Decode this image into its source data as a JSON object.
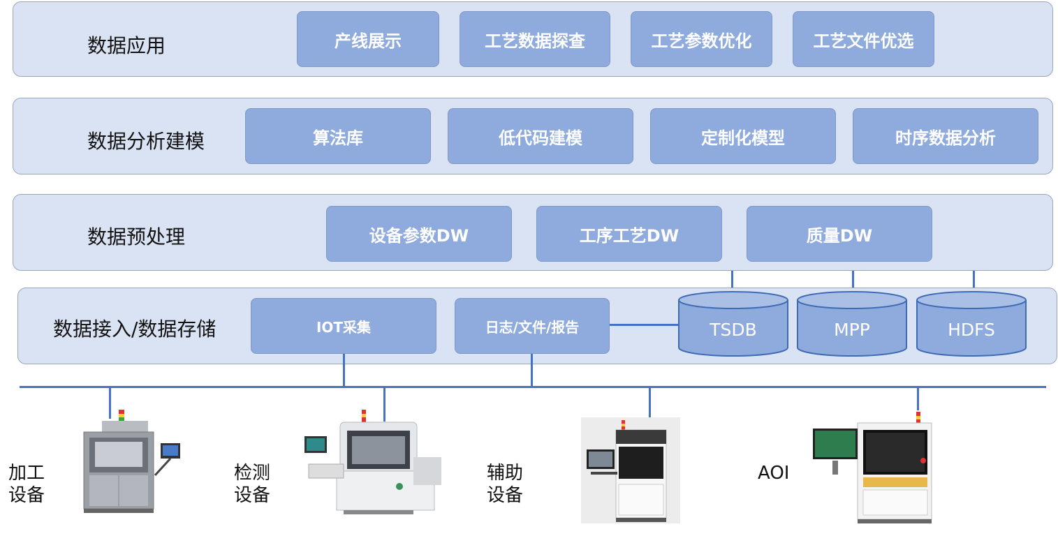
{
  "layers": [
    {
      "title": "数据应用",
      "modules": [
        "产线展示",
        "工艺数据探查",
        "工艺参数优化",
        "工艺文件优选"
      ]
    },
    {
      "title": "数据分析建模",
      "modules": [
        "算法库",
        "低代码建模",
        "定制化模型",
        "时序数据分析"
      ]
    },
    {
      "title": "数据预处理",
      "modules": [
        "设备参数DW",
        "工序工艺DW",
        "质量DW"
      ]
    },
    {
      "title": "数据接入/数据存储",
      "modules": [
        "IOT采集",
        "日志/文件/报告"
      ]
    }
  ],
  "storage": [
    "TSDB",
    "MPP",
    "HDFS"
  ],
  "devices": [
    {
      "line1": "加工",
      "line2": "设备"
    },
    {
      "line1": "检测",
      "line2": "设备"
    },
    {
      "line1": "辅助",
      "line2": "设备"
    },
    {
      "line1": "AOI",
      "line2": ""
    }
  ],
  "colors": {
    "layer_bg": "#dae3f3",
    "module_bg": "#8faadc",
    "line": "#4472c4",
    "cylinder": "#8faadc"
  }
}
